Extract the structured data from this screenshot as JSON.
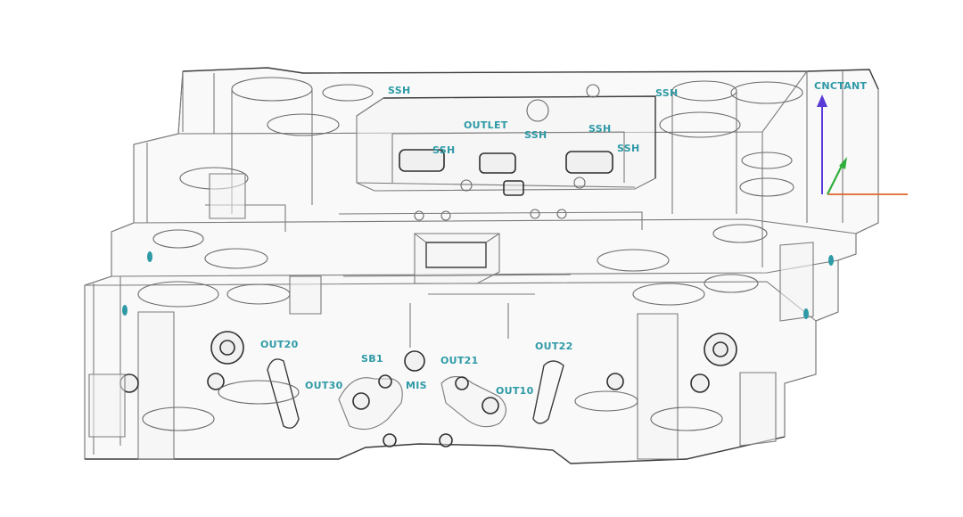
{
  "labels": {
    "bottom_top_left": "SSH",
    "bottom_top_right": "SSH",
    "outlet_top_center": "OUTLET",
    "bottom_top_mid": "SSH",
    "ssh_left": "SSH",
    "ssh_right": "SSH",
    "ssh_right_2": "SSH",
    "contact": "CNCTANT",
    "out_left": "OUT20",
    "out_left_lower": "OUT30",
    "sb": "SB1",
    "mis": "MIS",
    "out_center": "OUT21",
    "out_right": "OUT22",
    "out_right_lower": "OUT10"
  },
  "colors": {
    "label": "#2e9aa6",
    "axis_x": "#e0652b",
    "axis_y": "#2fae3a",
    "axis_z": "#5a3ad6"
  },
  "icons": {
    "triad": "xyz-axis-triad-icon"
  }
}
